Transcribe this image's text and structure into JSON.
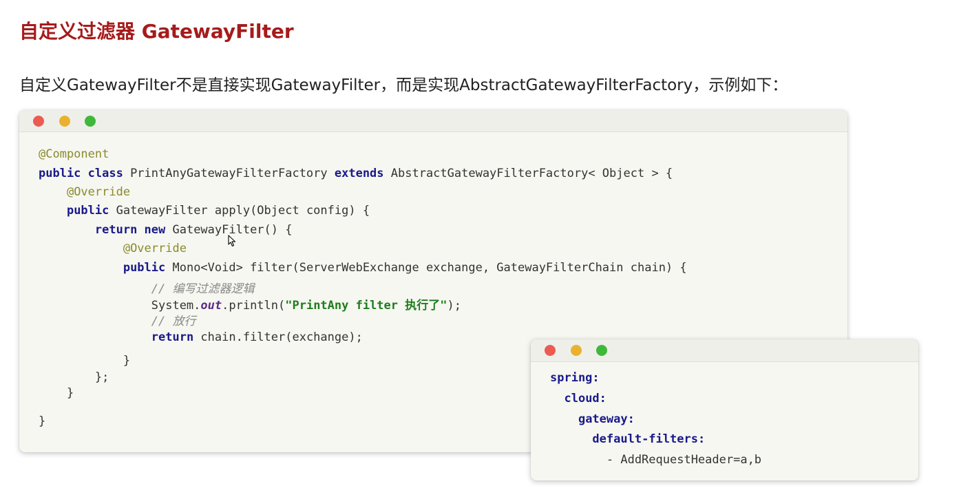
{
  "page": {
    "title": "自定义过滤器 GatewayFilter",
    "intro": "自定义GatewayFilter不是直接实现GatewayFilter，而是实现AbstractGatewayFilterFactory，示例如下："
  },
  "colors": {
    "title": "#a61b1b",
    "keyword": "#1a1a8c",
    "annotation": "#8a8a2e",
    "comment": "#8a8a8a",
    "string": "#1f7d1f",
    "dot_red": "#ec5b52",
    "dot_yellow": "#e9b12e",
    "dot_green": "#3fb83a"
  },
  "code_window": {
    "lines": [
      [
        {
          "t": "@Component",
          "c": "ann"
        }
      ],
      [
        {
          "t": "public class",
          "c": "kw"
        },
        {
          "t": " PrintAnyGatewayFilterFactory ",
          "c": ""
        },
        {
          "t": "extends",
          "c": "kw"
        },
        {
          "t": " AbstractGatewayFilterFactory< Object > {",
          "c": ""
        }
      ],
      [
        {
          "t": "    ",
          "c": ""
        },
        {
          "t": "@Override",
          "c": "ann"
        }
      ],
      [
        {
          "t": "    ",
          "c": ""
        },
        {
          "t": "public",
          "c": "kw"
        },
        {
          "t": " GatewayFilter apply(Object config) {",
          "c": ""
        }
      ],
      [
        {
          "t": "        ",
          "c": ""
        },
        {
          "t": "return new",
          "c": "kw"
        },
        {
          "t": " GatewayFilter() {",
          "c": ""
        }
      ],
      [
        {
          "t": "            ",
          "c": ""
        },
        {
          "t": "@Override",
          "c": "ann"
        }
      ],
      [
        {
          "t": "            ",
          "c": ""
        },
        {
          "t": "public",
          "c": "kw"
        },
        {
          "t": " Mono<Void> filter(ServerWebExchange exchange, GatewayFilterChain chain) {",
          "c": ""
        }
      ],
      [
        {
          "t": "                ",
          "c": ""
        },
        {
          "t": "// 编写过滤器逻辑",
          "c": "cm"
        }
      ],
      [
        {
          "t": "                System.",
          "c": ""
        },
        {
          "t": "out",
          "c": "static"
        },
        {
          "t": ".println(",
          "c": ""
        },
        {
          "t": "\"PrintAny filter 执行了\"",
          "c": "str"
        },
        {
          "t": ");",
          "c": ""
        }
      ],
      [
        {
          "t": "                ",
          "c": ""
        },
        {
          "t": "// 放行",
          "c": "cm"
        }
      ],
      [
        {
          "t": "                ",
          "c": ""
        },
        {
          "t": "return",
          "c": "kw"
        },
        {
          "t": " chain.filter(exchange);",
          "c": ""
        }
      ],
      [
        {
          "t": "            }",
          "c": ""
        }
      ],
      [
        {
          "t": "        };",
          "c": ""
        }
      ],
      [
        {
          "t": "    }",
          "c": ""
        }
      ],
      [
        {
          "t": "}",
          "c": ""
        }
      ]
    ]
  },
  "yaml_window": {
    "lines": [
      [
        {
          "t": "spring:",
          "c": "ykey"
        }
      ],
      [
        {
          "t": "  ",
          "c": ""
        },
        {
          "t": "cloud:",
          "c": "ykey"
        }
      ],
      [
        {
          "t": "    ",
          "c": ""
        },
        {
          "t": "gateway:",
          "c": "ykey"
        }
      ],
      [
        {
          "t": "      ",
          "c": ""
        },
        {
          "t": "default-filters:",
          "c": "ykey"
        }
      ],
      [
        {
          "t": "        - AddRequestHeader=a,b",
          "c": ""
        }
      ]
    ]
  },
  "icons": {
    "close": "red-dot-icon",
    "minimize": "yellow-dot-icon",
    "maximize": "green-dot-icon",
    "pointer": "mouse-cursor-icon"
  }
}
